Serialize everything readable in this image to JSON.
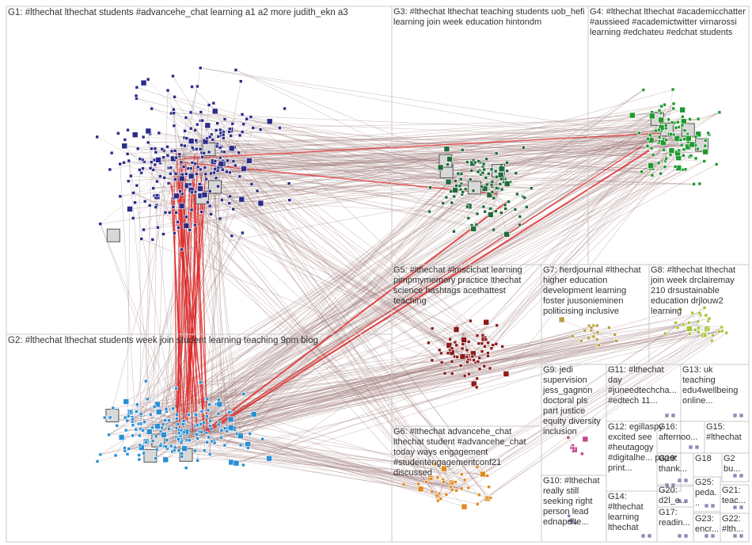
{
  "title": "",
  "colors": {
    "background": "#ffffff",
    "frame": "#c8c8c8",
    "edge": "#a07a7a",
    "edge_strong": "#e02020",
    "label_text": "#333333"
  },
  "groups": [
    {
      "id": "G1",
      "label": "G1: #lthechat lthechat students #advancehe_chat learning a1 a2 more judith_ekn a3",
      "node_color": "#2b2b8a"
    },
    {
      "id": "G2",
      "label": "G2: #lthechat lthechat students week join student learning teaching 9pm blog",
      "node_color": "#2a8fd4"
    },
    {
      "id": "G3",
      "label": "G3: #lthechat lthechat teaching students uob_hefi learning join week education hintondm",
      "node_color": "#1f6b3a"
    },
    {
      "id": "G4",
      "label": "G4: #lthechat lthechat #academicchatter #aussieed #academictwitter virnarossi learning #edchateu #edchat students",
      "node_color": "#1e9a2e"
    },
    {
      "id": "G5",
      "label": "G5: #lthechat #lmscichat learning pimpmymemory practice lthechat science hashtags acethattest teaching",
      "node_color": "#8b1a1a"
    },
    {
      "id": "G6",
      "label": "G6: #lthechat advancehe_chat lthechat student #advancehe_chat today ways engagement #studentengagementconf21 discussed",
      "node_color": "#e08a1e"
    },
    {
      "id": "G7",
      "label": "G7: herdjournal #lthechat higher education development learning foster juusonieminen politicising inclusive",
      "node_color": "#b9a040"
    },
    {
      "id": "G8",
      "label": "G8: #lthechat lthechat join week drclairemay 210 drsustainable education drjlouw2 learning",
      "node_color": "#a6c43a"
    },
    {
      "id": "G9",
      "label": "G9: jedi supervision jess_gagnon doctoral pls part justice equity diversity inclusion",
      "node_color": "#c04a8a"
    },
    {
      "id": "G10",
      "label": "G10: #lthechat really still seeking right person lead ednapdlte...",
      "node_color": "#7a7ab0"
    },
    {
      "id": "G11",
      "label": "G11: #lthechat day #juneedtechcha... #edtech 11...",
      "node_color": "#999999"
    },
    {
      "id": "G12",
      "label": "G12: egillaspy excited see #heutagogy #digitalhe... paper print...",
      "node_color": "#999999"
    },
    {
      "id": "G13",
      "label": "G13: uk teaching edu4wellbeing online...",
      "node_color": "#999999"
    },
    {
      "id": "G14",
      "label": "G14: #lthechat learning lthechat",
      "node_color": "#999999"
    },
    {
      "id": "G15",
      "label": "G15: #lthechat",
      "node_color": "#999999"
    },
    {
      "id": "G16",
      "label": "G16: afternoo...",
      "node_color": "#999999"
    },
    {
      "id": "G17",
      "label": "G17: readin...",
      "node_color": "#999999"
    },
    {
      "id": "G18",
      "label": "G18",
      "node_color": "#999999"
    },
    {
      "id": "G19",
      "label": "G19: thank...",
      "node_color": "#999999"
    },
    {
      "id": "G20",
      "label": "G20: d2l_e...",
      "node_color": "#999999"
    },
    {
      "id": "G21",
      "label": "G21: teac...",
      "node_color": "#999999"
    },
    {
      "id": "G22",
      "label": "G22: #lth...",
      "node_color": "#999999"
    },
    {
      "id": "G23",
      "label": "G23: encr...",
      "node_color": "#999999"
    },
    {
      "id": "G24",
      "label": "G2 bu...",
      "node_color": "#999999"
    },
    {
      "id": "G25",
      "label": "G25: peda...",
      "node_color": "#999999"
    }
  ]
}
